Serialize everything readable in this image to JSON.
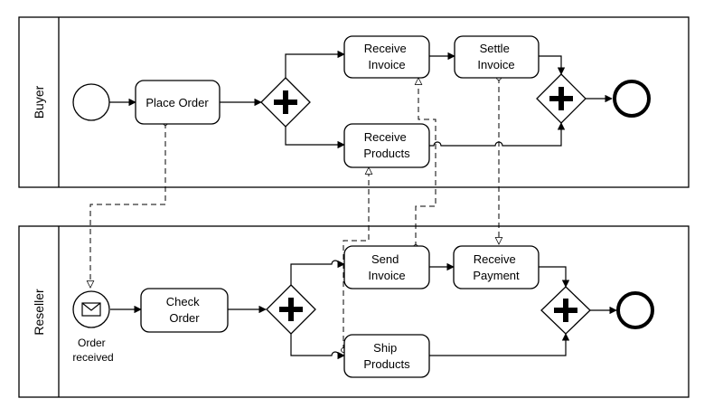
{
  "lanes": {
    "buyer": "Buyer",
    "reseller": "Reseller"
  },
  "tasks": {
    "place_order": [
      "Place Order"
    ],
    "receive_invoice": [
      "Receive",
      "Invoice"
    ],
    "settle_invoice": [
      "Settle",
      "Invoice"
    ],
    "receive_products": [
      "Receive",
      "Products"
    ],
    "check_order": [
      "Check",
      "Order"
    ],
    "send_invoice": [
      "Send",
      "Invoice"
    ],
    "receive_payment": [
      "Receive",
      "Payment"
    ],
    "ship_products": [
      "Ship",
      "Products"
    ]
  },
  "events": {
    "order_received": [
      "Order",
      "received"
    ]
  },
  "icons": {
    "gateway": "parallel-gateway-plus",
    "message": "envelope-icon"
  }
}
